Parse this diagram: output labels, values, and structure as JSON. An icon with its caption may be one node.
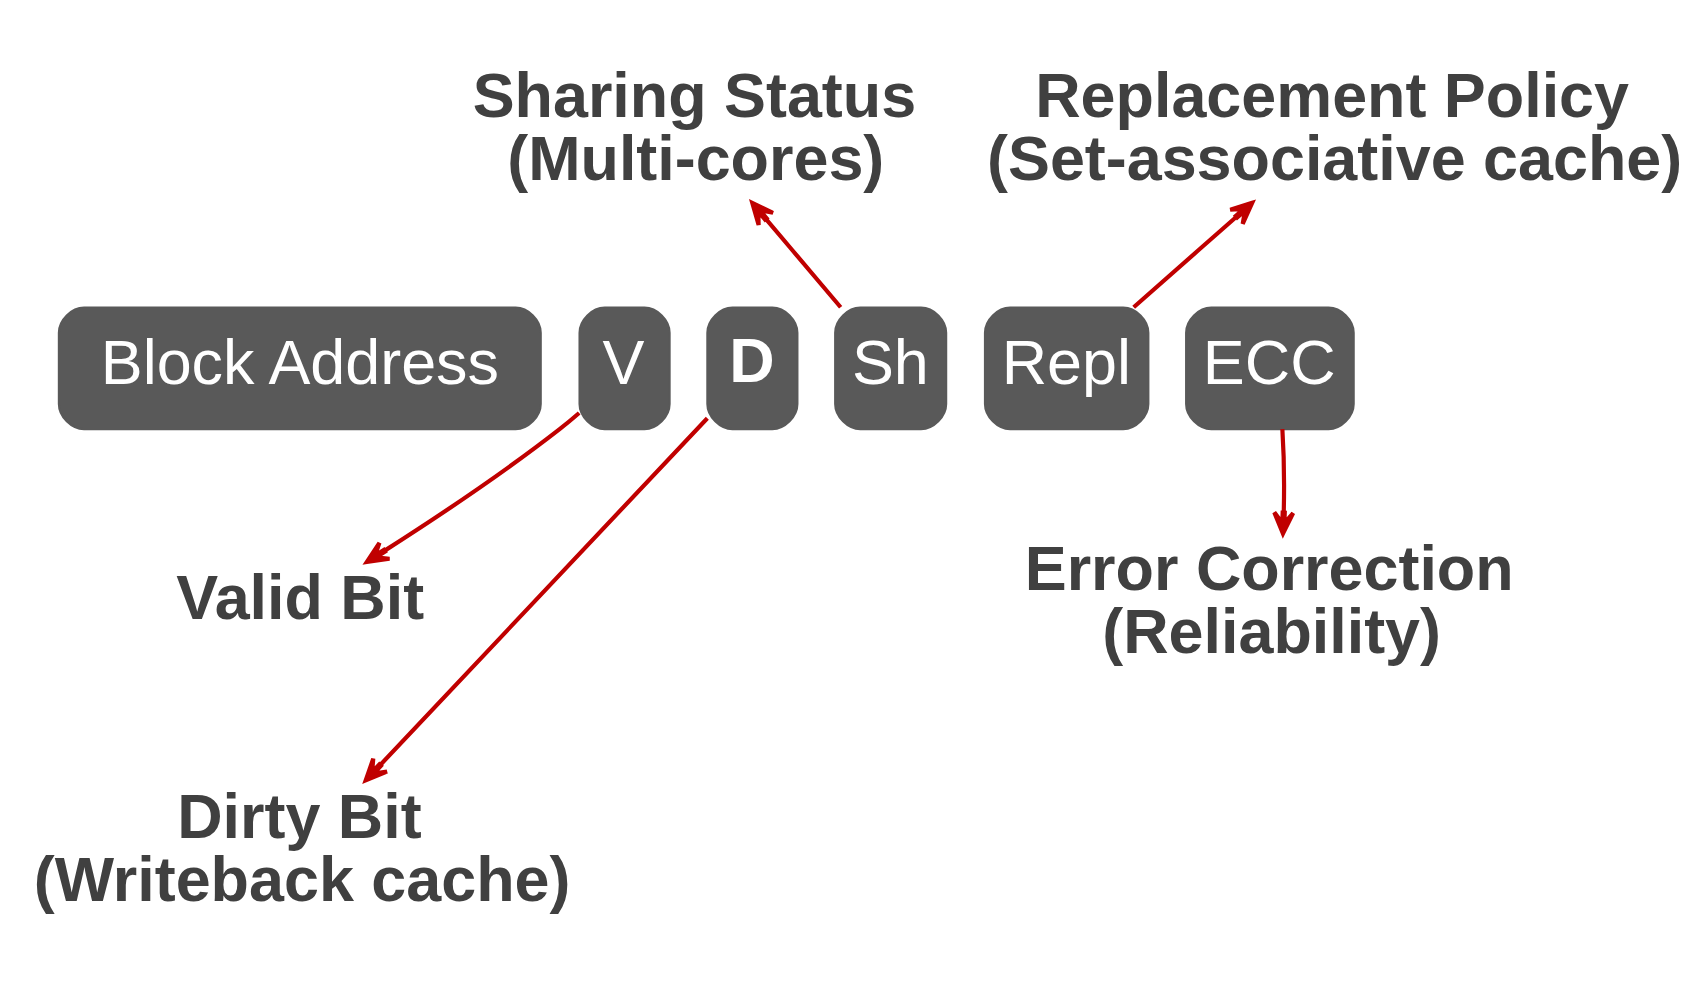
{
  "diagram": {
    "nodes": [
      {
        "text": [
          "Block Address"
        ]
      },
      {
        "text": [
          "V"
        ]
      },
      {
        "text": [
          "D"
        ]
      },
      {
        "text": [
          "Sh"
        ]
      },
      {
        "text": [
          "Repl"
        ]
      },
      {
        "text": [
          "ECC"
        ]
      },
      {
        "text": [
          "Sharing Status",
          "(Multi-cores)"
        ]
      },
      {
        "text": [
          "Replacement Policy",
          "(Set-associative cache)"
        ]
      },
      {
        "text": [
          "Valid Bit"
        ]
      },
      {
        "text": [
          "Dirty Bit",
          "(Writeback cache)"
        ]
      },
      {
        "text": [
          "Error Correction",
          "(Reliability)"
        ]
      }
    ],
    "edges": [
      {
        "from": 3,
        "to": 6,
        "arrow": "to"
      },
      {
        "from": 4,
        "to": 7,
        "arrow": "to"
      },
      {
        "from": 1,
        "to": 8,
        "arrow": "to"
      },
      {
        "from": 2,
        "to": 9,
        "arrow": "to"
      },
      {
        "from": 5,
        "to": 10,
        "arrow": "to"
      }
    ]
  }
}
